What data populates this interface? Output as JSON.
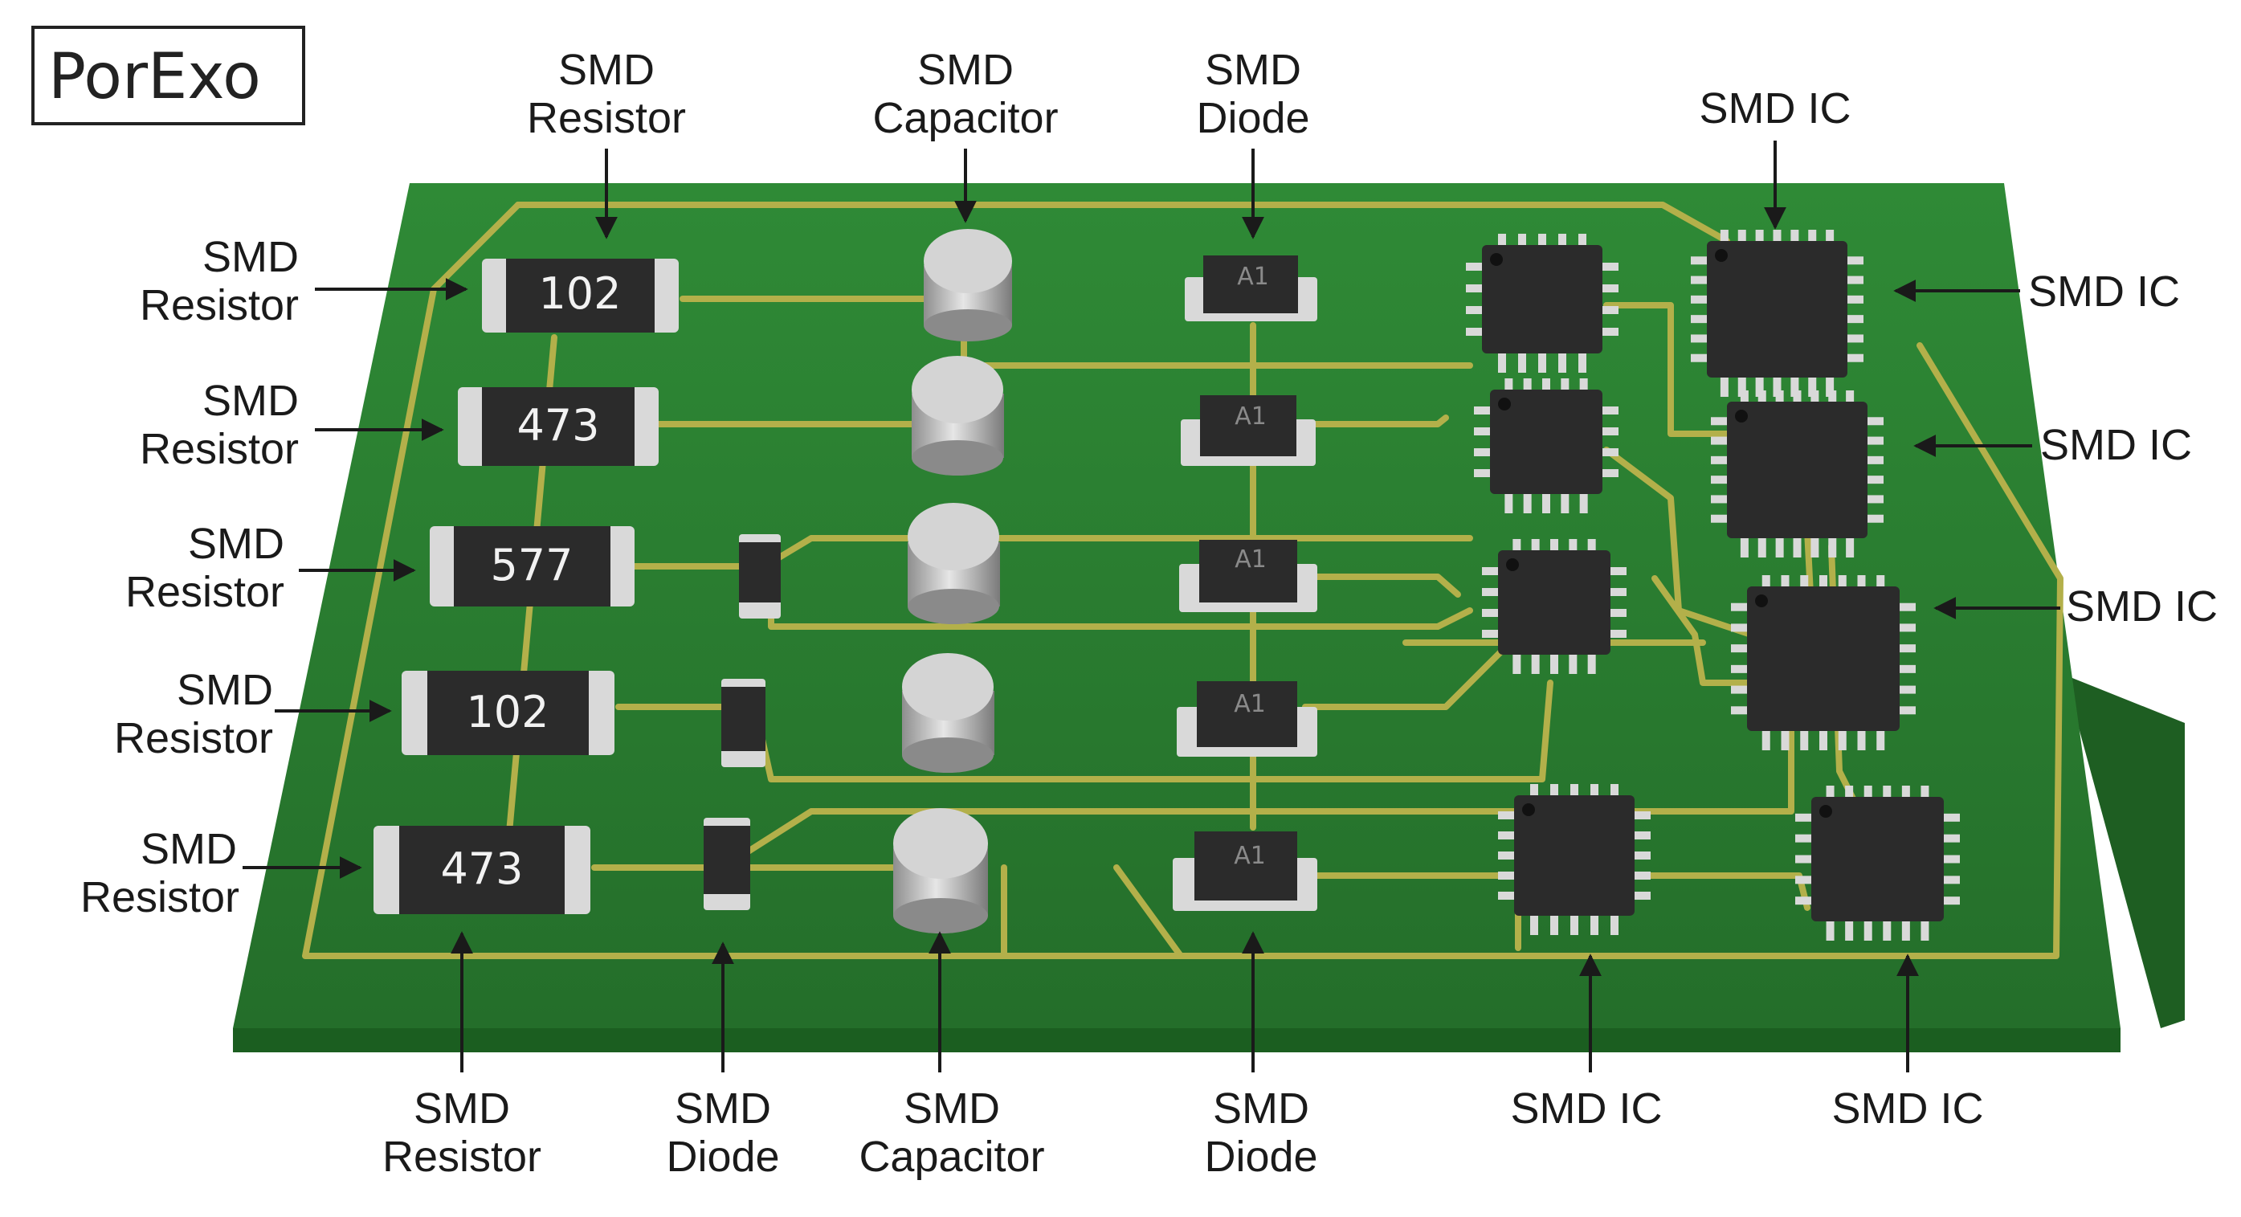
{
  "logo": {
    "text": "PorExo"
  },
  "top_labels": [
    {
      "line1": "SMD",
      "line2": "Resistor"
    },
    {
      "line1": "SMD",
      "line2": "Capacitor"
    },
    {
      "line1": "SMD",
      "line2": "Diode"
    },
    {
      "line1": "SMD IC",
      "line2": ""
    }
  ],
  "left_labels": [
    {
      "line1": "SMD",
      "line2": "Resistor"
    },
    {
      "line1": "SMD",
      "line2": "Resistor"
    },
    {
      "line1": "SMD",
      "line2": "Resistor"
    },
    {
      "line1": "SMD",
      "line2": "Resistor"
    },
    {
      "line1": "SMD",
      "line2": "Resistor"
    }
  ],
  "right_labels": [
    {
      "text": "SMD IC"
    },
    {
      "text": "SMD IC"
    },
    {
      "text": "SMD IC"
    }
  ],
  "bottom_labels": [
    {
      "line1": "SMD",
      "line2": "Resistor"
    },
    {
      "line1": "SMD",
      "line2": "Diode"
    },
    {
      "line1": "SMD",
      "line2": "Capacitor"
    },
    {
      "line1": "SMD",
      "line2": "Diode"
    },
    {
      "line1": "SMD IC",
      "line2": ""
    },
    {
      "line1": "SMD IC",
      "line2": ""
    }
  ],
  "resistor_markings": [
    "102",
    "473",
    "577",
    "102",
    "473"
  ],
  "diode_markings": [
    "A1",
    "A1",
    "A1",
    "A1",
    "A1"
  ],
  "colors": {
    "board": "#2e7d32",
    "board_edge": "#1b5e20",
    "trace": "#b3b04a",
    "chip_body": "#2b2b2b",
    "pad": "#d9d9d9",
    "capacitor": "#bdbdbd"
  }
}
